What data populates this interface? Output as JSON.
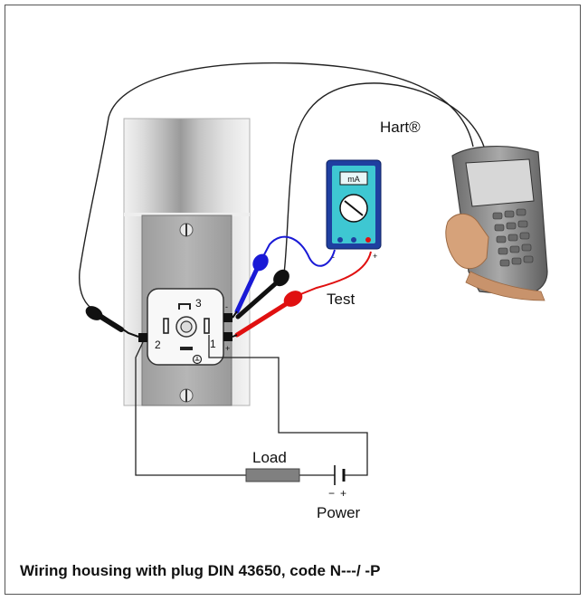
{
  "labels": {
    "hart": "Hart®",
    "test": "Test",
    "load": "Load",
    "power": "Power",
    "meter_unit": "mA",
    "meter_minus": "-",
    "meter_plus": "+",
    "terminal_1": "1",
    "terminal_2": "2",
    "terminal_3": "3",
    "term_minus": "-",
    "term_plus": "+",
    "power_minus": "−",
    "power_plus": "+"
  },
  "caption": "Wiring housing with plug DIN 43650, code N---/ -P",
  "colors": {
    "wire_blue": "#1a1ad6",
    "wire_red": "#e01010",
    "wire_black": "#111111",
    "meter_body": "#1f3fa0",
    "meter_display": "#3ec7d2",
    "load_resistor": "#808080"
  }
}
